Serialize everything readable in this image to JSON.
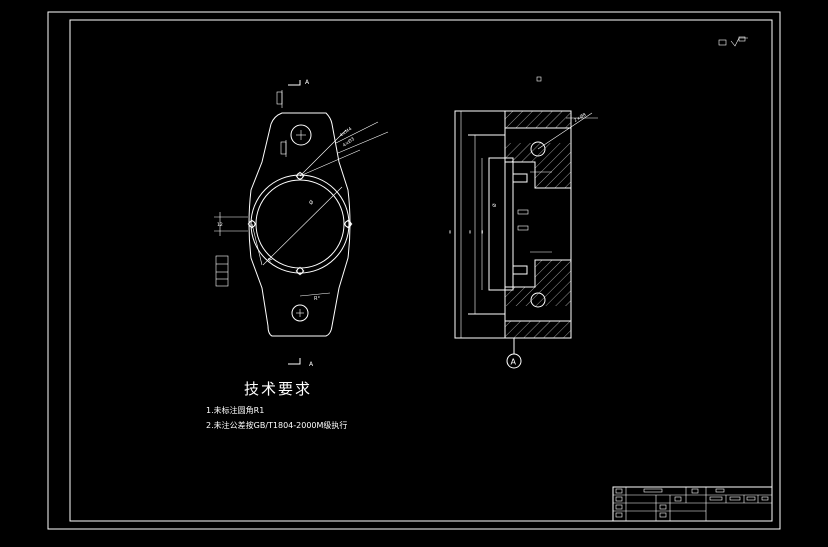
{
  "notes": {
    "title": "技术要求",
    "items": [
      "1.未标注圆角R1",
      "2.未注公差按GB/T1804-2000M级执行"
    ]
  },
  "section_labels": {
    "top": "A",
    "bottom": "A",
    "datum": "A"
  },
  "colors": {
    "background": "#000000",
    "line": "#ffffff"
  }
}
